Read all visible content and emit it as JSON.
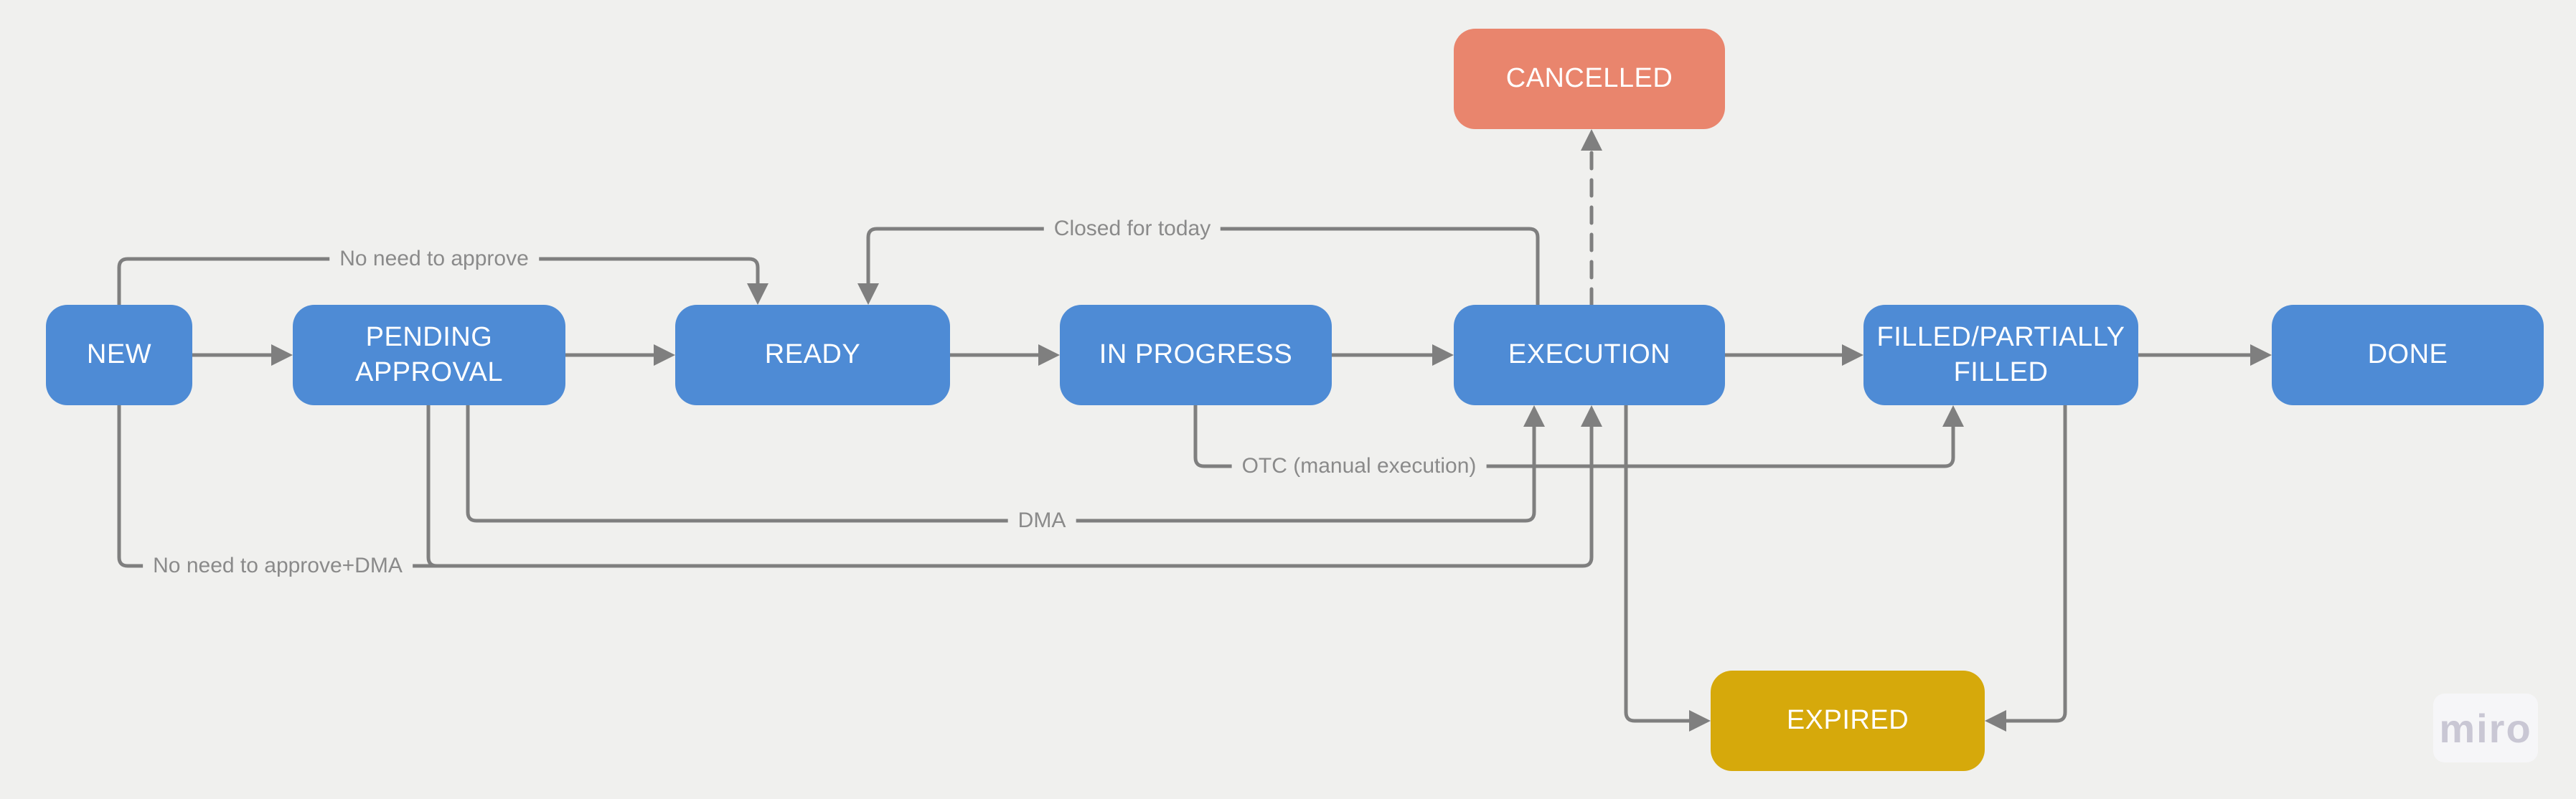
{
  "app": {
    "kind": "miro-board-flowchart",
    "watermark": "miro",
    "background": "#F0F0EE"
  },
  "colors": {
    "state_fill": "#4E8BD5",
    "cancelled_fill": "#E9856D",
    "expired_fill": "#D6A90B",
    "state_text": "#FFFFFF",
    "connector": "#7F7F7F",
    "edge_label_text": "#8A8A8A",
    "watermark_text": "#C9C7D4"
  },
  "nodes": {
    "new": {
      "label": "NEW"
    },
    "pending_approval": {
      "label": "PENDING APPROVAL"
    },
    "ready": {
      "label": "READY"
    },
    "in_progress": {
      "label": "IN PROGRESS"
    },
    "execution": {
      "label": "EXECUTION"
    },
    "filled": {
      "label": "FILLED/PARTIALLY FILLED"
    },
    "done": {
      "label": "DONE"
    },
    "cancelled": {
      "label": "CANCELLED"
    },
    "expired": {
      "label": "EXPIRED"
    }
  },
  "edges": {
    "new_to_pending": {
      "from": "NEW",
      "to": "PENDING APPROVAL",
      "label": ""
    },
    "pending_to_ready": {
      "from": "PENDING APPROVAL",
      "to": "READY",
      "label": ""
    },
    "ready_to_in_progress": {
      "from": "READY",
      "to": "IN PROGRESS",
      "label": ""
    },
    "in_progress_to_execution": {
      "from": "IN PROGRESS",
      "to": "EXECUTION",
      "label": ""
    },
    "execution_to_filled": {
      "from": "EXECUTION",
      "to": "FILLED/PARTIALLY FILLED",
      "label": ""
    },
    "filled_to_done": {
      "from": "FILLED/PARTIALLY FILLED",
      "to": "DONE",
      "label": ""
    },
    "no_need_to_approve": {
      "from": "NEW",
      "to": "READY",
      "label": "No need to approve"
    },
    "closed_for_today": {
      "from": "EXECUTION",
      "to": "READY",
      "label": "Closed for today"
    },
    "otc_manual_execution": {
      "from": "IN PROGRESS",
      "to": "FILLED/PARTIALLY FILLED",
      "label": "OTC (manual execution)"
    },
    "dma": {
      "from": "PENDING APPROVAL",
      "to": "EXECUTION",
      "label": "DMA"
    },
    "no_need_to_approve_dma": {
      "from": "NEW",
      "to": "EXECUTION",
      "label": "No need to approve+DMA"
    },
    "execution_to_cancelled": {
      "from": "EXECUTION",
      "to": "CANCELLED",
      "label": "",
      "style": "dashed"
    },
    "execution_to_expired": {
      "from": "EXECUTION",
      "to": "EXPIRED",
      "label": ""
    },
    "filled_to_expired": {
      "from": "FILLED/PARTIALLY FILLED",
      "to": "EXPIRED",
      "label": ""
    }
  }
}
